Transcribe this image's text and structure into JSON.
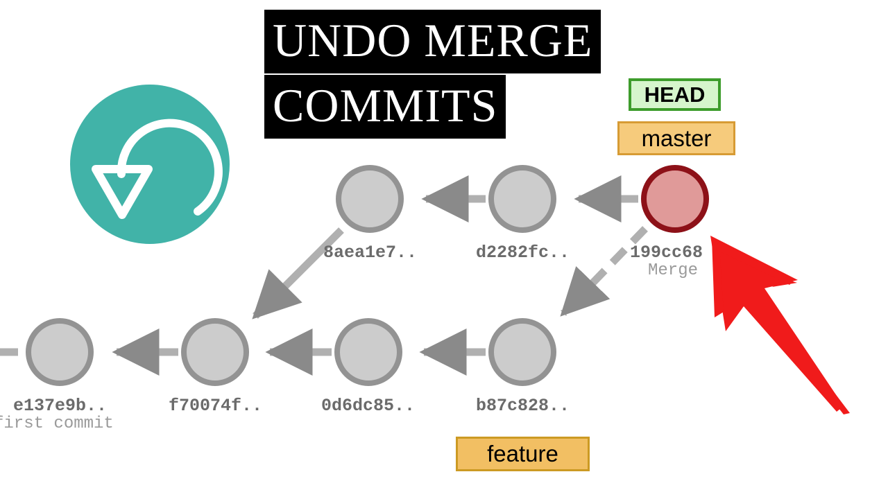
{
  "title": {
    "line1": "UNDO MERGE",
    "line2": "COMMITS"
  },
  "icons": {
    "undo": "undo-arrow-icon",
    "pointer": "red-pointer-arrow-icon"
  },
  "refs": {
    "head": "HEAD",
    "master": "master",
    "feature": "feature"
  },
  "colors": {
    "badge_teal": "#41b3a8",
    "head_fill": "#d6f5cc",
    "head_border": "#3d9c2b",
    "master_fill": "#f6cb7c",
    "master_border": "#d79b34",
    "feature_fill": "#f2bf63",
    "feature_border": "#cc9a23",
    "node_fill": "#cccccc",
    "node_border": "#939393",
    "merge_fill": "#e09a99",
    "merge_border": "#8d1118",
    "edge": "#b0b0b0",
    "arrowhead": "#8a8a8a",
    "pointer_red": "#f01b1b",
    "hash_text": "#6b6b6b",
    "sub_text": "#9a9a9a"
  },
  "graph": {
    "top_row": [
      {
        "hash": "8aea1e7..",
        "sub": "",
        "kind": "commit"
      },
      {
        "hash": "d2282fc..",
        "sub": "",
        "kind": "commit"
      },
      {
        "hash": "199cc68",
        "sub": "Merge",
        "kind": "merge"
      }
    ],
    "bottom_row": [
      {
        "hash": "e137e9b..",
        "sub": "first commit",
        "kind": "commit"
      },
      {
        "hash": "f70074f..",
        "sub": "",
        "kind": "commit"
      },
      {
        "hash": "0d6dc85..",
        "sub": "",
        "kind": "commit"
      },
      {
        "hash": "b87c828..",
        "sub": "",
        "kind": "commit"
      }
    ],
    "edges": [
      {
        "from": "d2282fc..",
        "to": "8aea1e7..",
        "style": "solid"
      },
      {
        "from": "199cc68",
        "to": "d2282fc..",
        "style": "solid"
      },
      {
        "from": "8aea1e7..",
        "to": "f70074f..",
        "style": "solid"
      },
      {
        "from": "199cc68",
        "to": "b87c828..",
        "style": "dashed"
      },
      {
        "from": "f70074f..",
        "to": "e137e9b..",
        "style": "solid"
      },
      {
        "from": "0d6dc85..",
        "to": "f70074f..",
        "style": "solid"
      },
      {
        "from": "b87c828..",
        "to": "0d6dc85..",
        "style": "solid"
      }
    ]
  }
}
